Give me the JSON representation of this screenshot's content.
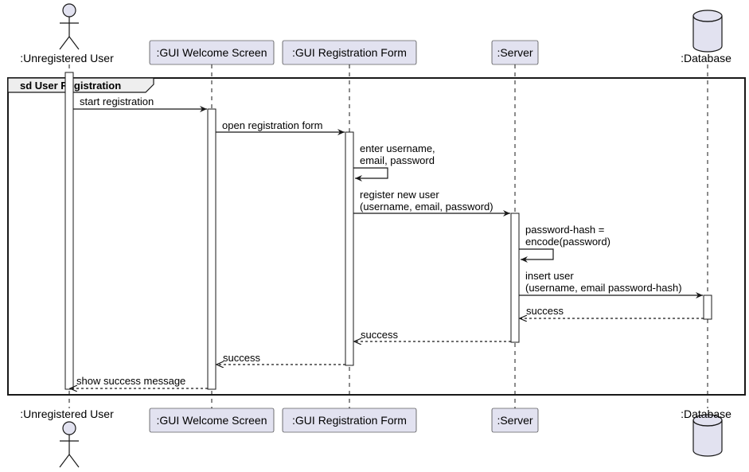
{
  "frame": {
    "title": "sd User Registration"
  },
  "participants": [
    {
      "id": "user",
      "name": ":Unregistered User",
      "kind": "actor"
    },
    {
      "id": "welcome",
      "name": ":GUI Welcome Screen",
      "kind": "box"
    },
    {
      "id": "regform",
      "name": ":GUI Registration Form",
      "kind": "box"
    },
    {
      "id": "server",
      "name": ":Server",
      "kind": "box"
    },
    {
      "id": "db",
      "name": ":Database",
      "kind": "database"
    }
  ],
  "messages": [
    {
      "from": "user",
      "to": "welcome",
      "type": "sync",
      "lines": [
        "start registration"
      ]
    },
    {
      "from": "welcome",
      "to": "regform",
      "type": "sync",
      "lines": [
        "open registration form"
      ]
    },
    {
      "from": "regform",
      "to": "regform",
      "type": "self",
      "lines": [
        "enter username,",
        "email, password"
      ]
    },
    {
      "from": "regform",
      "to": "server",
      "type": "sync",
      "lines": [
        "register new user",
        "(username, email, password)"
      ]
    },
    {
      "from": "server",
      "to": "server",
      "type": "self",
      "lines": [
        "password-hash =",
        "encode(password)"
      ]
    },
    {
      "from": "server",
      "to": "db",
      "type": "sync",
      "lines": [
        "insert user",
        "(username, email password-hash)"
      ]
    },
    {
      "from": "db",
      "to": "server",
      "type": "return",
      "lines": [
        "success"
      ]
    },
    {
      "from": "server",
      "to": "regform",
      "type": "return",
      "lines": [
        "success"
      ]
    },
    {
      "from": "regform",
      "to": "welcome",
      "type": "return",
      "lines": [
        "success"
      ]
    },
    {
      "from": "welcome",
      "to": "user",
      "type": "return",
      "lines": [
        "show success message"
      ]
    }
  ],
  "colors": {
    "participant_fill": "#E2E2F0",
    "participant_border": "#181818",
    "lifeline": "#181818",
    "activation_fill": "#FFFFFF",
    "frame_tab_fill": "#EEEEEE",
    "line": "#181818"
  }
}
